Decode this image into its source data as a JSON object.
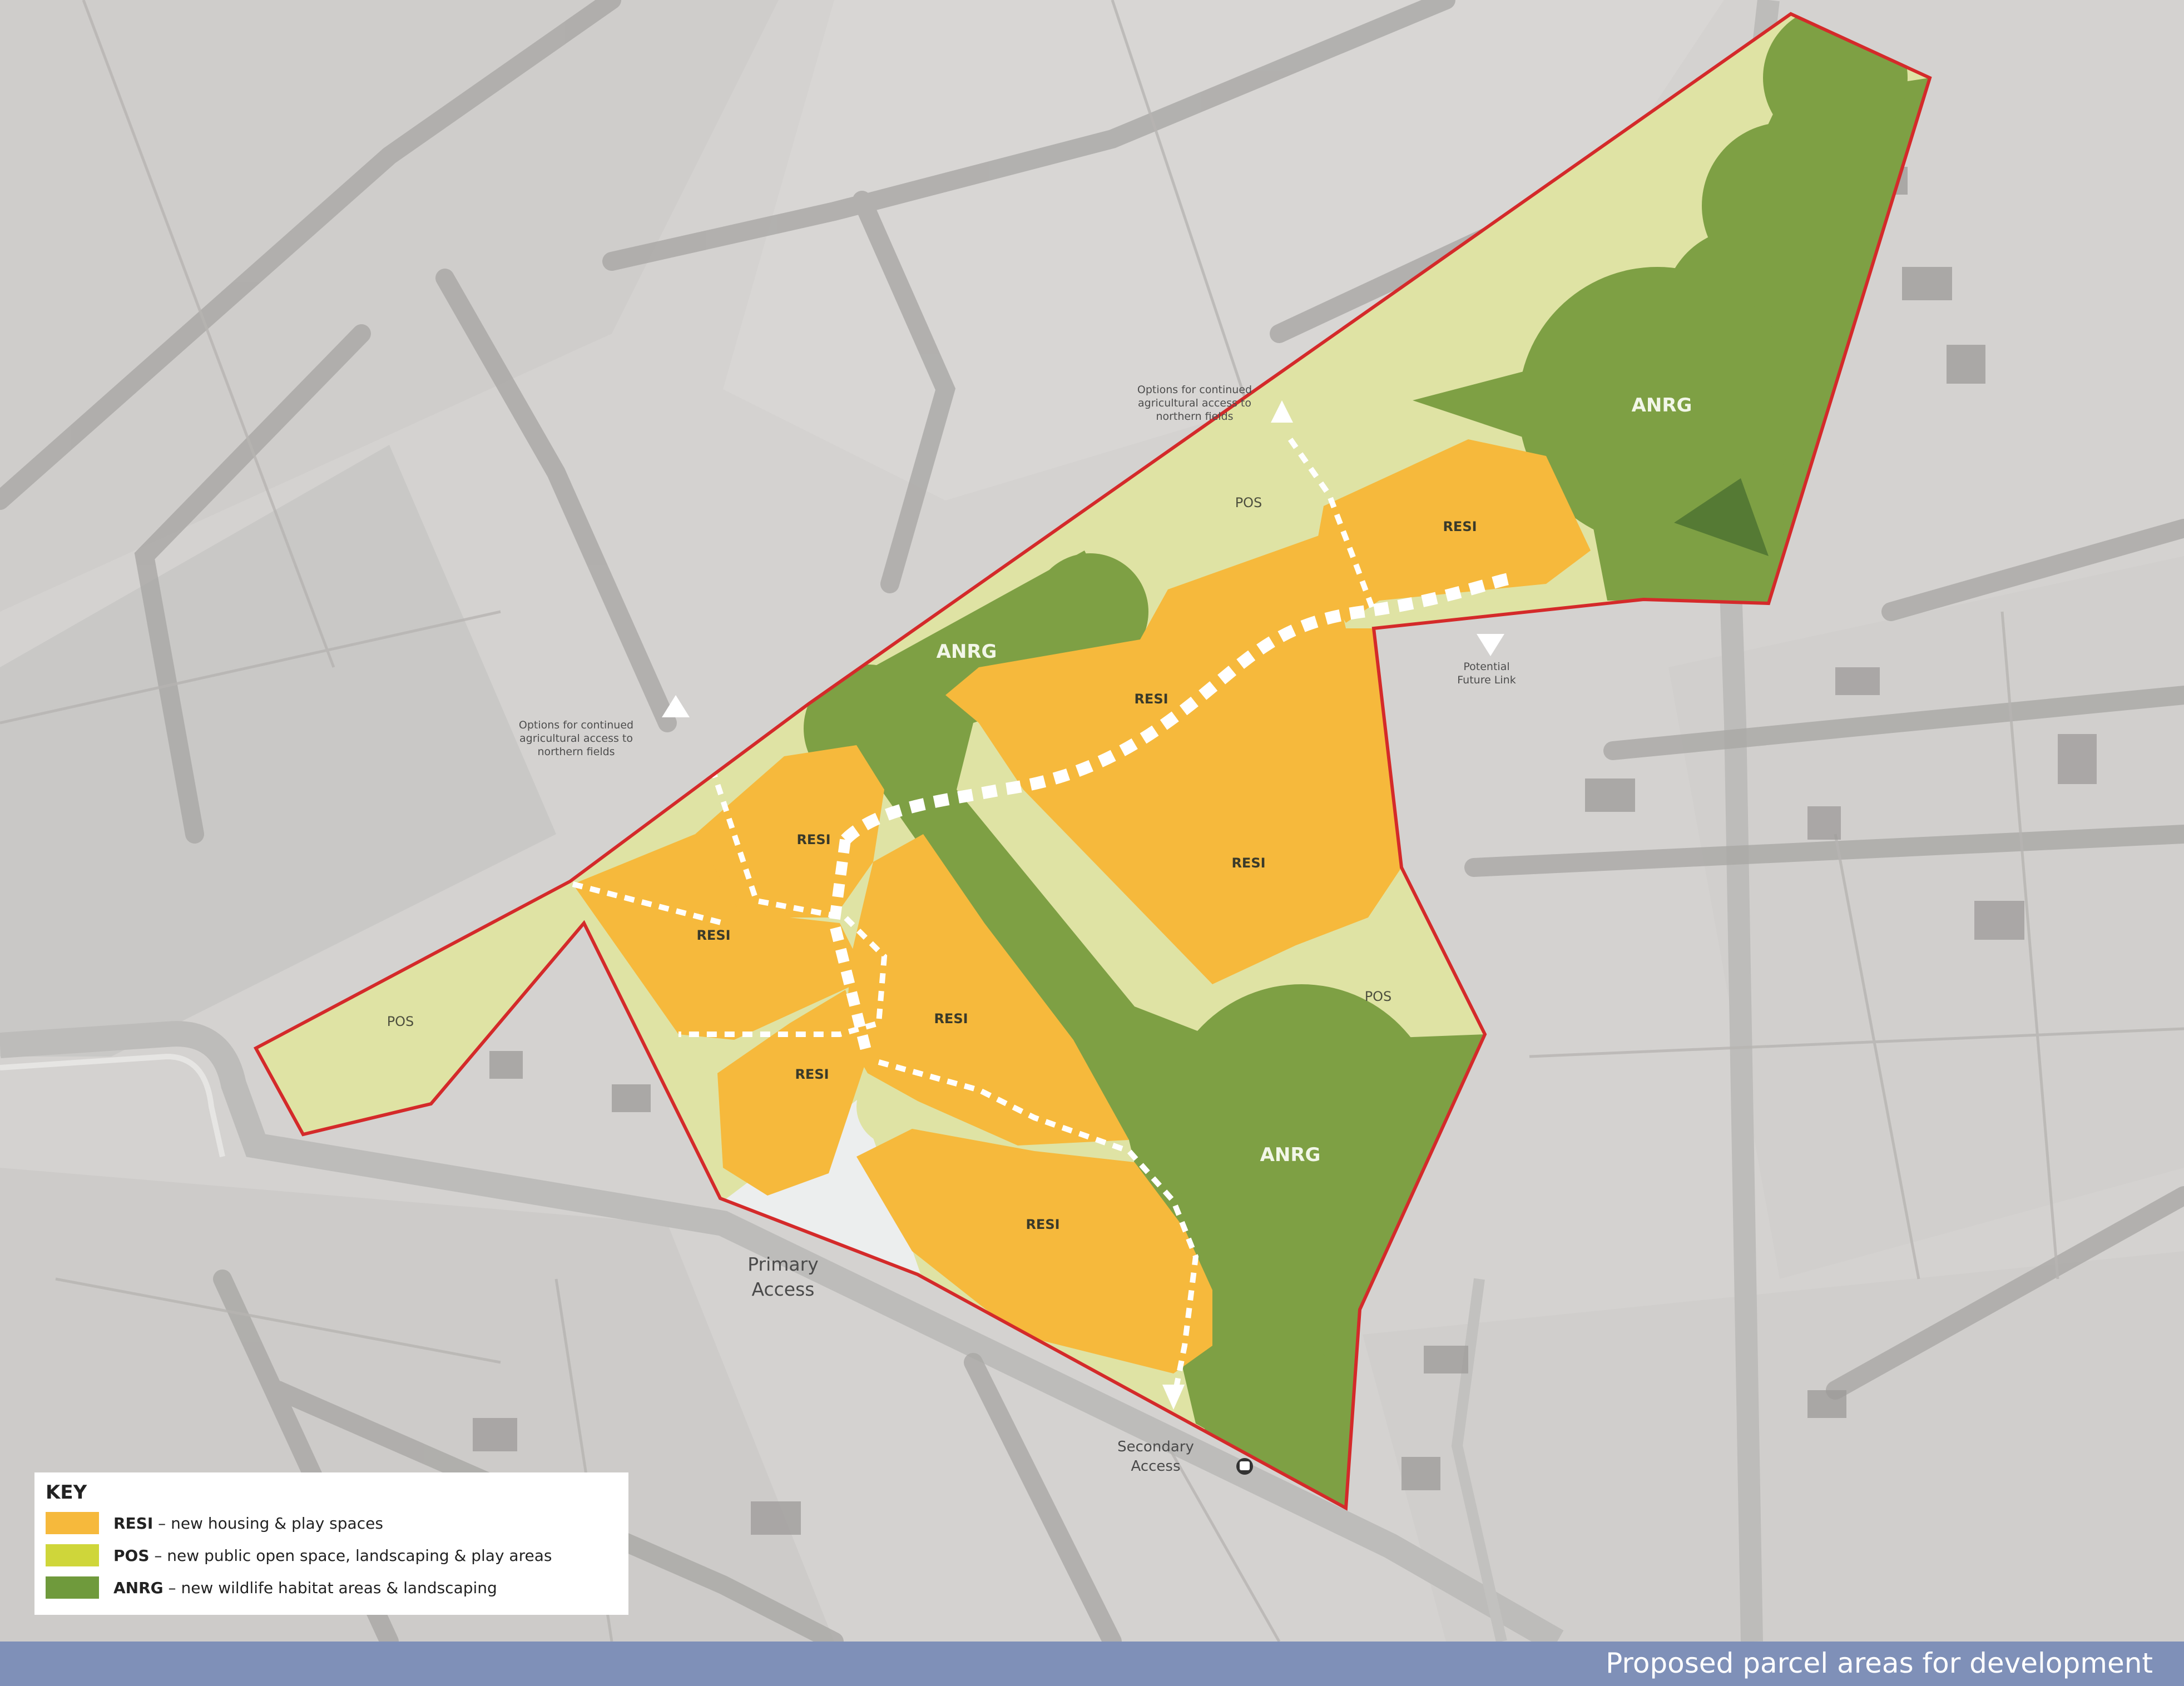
{
  "zones": {
    "resi": "RESI",
    "pos": "POS",
    "anrg": "ANRG"
  },
  "annotations": {
    "ag_access_north_1": "Options for continued",
    "ag_access_north_2": "agricultural access to",
    "ag_access_north_3": "northern fields",
    "ag_access_west_1": "Options for continued",
    "ag_access_west_2": "agricultural access to",
    "ag_access_west_3": "northern fields",
    "future_link_1": "Potential",
    "future_link_2": "Future Link",
    "primary_access_1": "Primary",
    "primary_access_2": "Access",
    "secondary_access_1": "Secondary",
    "secondary_access_2": "Access"
  },
  "key": {
    "title": "KEY",
    "items": [
      {
        "code": "RESI",
        "desc": " – new housing & play spaces",
        "color": "#f6b93c"
      },
      {
        "code": "POS",
        "desc": " – new public open space, landscaping & play areas",
        "color": "#cfd63a"
      },
      {
        "code": "ANRG",
        "desc": " – new wildlife habitat areas & landscaping",
        "color": "#6f9a3c"
      }
    ]
  },
  "footer": {
    "caption": "Proposed parcel areas for development"
  },
  "colors": {
    "resi": "#f6b93c",
    "pos": "#dfe3a4",
    "anrg": "#7ea044",
    "boundary": "#d42a2a",
    "footer_band": "#7f90b8",
    "basemap": "#d4d2d0"
  }
}
